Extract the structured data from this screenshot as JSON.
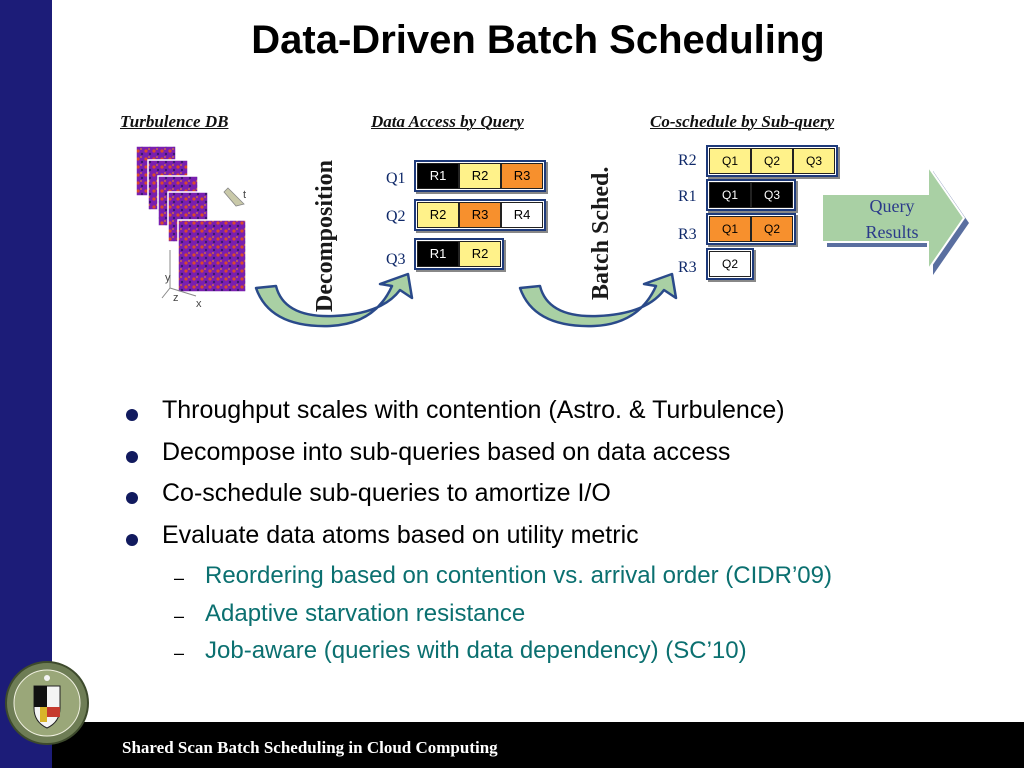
{
  "slide": {
    "title": "Data-Driven Batch Scheduling",
    "footer": "Shared Scan Batch Scheduling in Cloud Computing"
  },
  "diagram": {
    "sections": {
      "turbulence_db": "Turbulence DB",
      "data_access": "Data Access by Query",
      "co_schedule": "Co-schedule by Sub-query"
    },
    "arrows": {
      "decomposition": "Decomposition",
      "batch_sched": "Batch Sched."
    },
    "axis_labels": {
      "t": "t",
      "y": "y",
      "z": "z",
      "x": "x"
    },
    "queries": [
      {
        "label": "Q1",
        "cells": [
          "R1",
          "R2",
          "R3"
        ]
      },
      {
        "label": "Q2",
        "cells": [
          "R2",
          "R3",
          "R4"
        ]
      },
      {
        "label": "Q3",
        "cells": [
          "R1",
          "R2"
        ]
      }
    ],
    "subqueries": [
      {
        "label": "R2",
        "cells": [
          "Q1",
          "Q2",
          "Q3"
        ]
      },
      {
        "label": "R1",
        "cells": [
          "Q1",
          "Q3"
        ]
      },
      {
        "label": "R3",
        "cells": [
          "Q1",
          "Q2"
        ]
      },
      {
        "label": "R3",
        "cells": [
          "Q2"
        ]
      }
    ],
    "results": {
      "line1": "Query",
      "line2": "Results"
    },
    "colors": {
      "black_cell": "#000000",
      "yellow_cell": "#fff28a",
      "orange_cell": "#f7902d",
      "arrow_green": "#a9d0a4",
      "sidebar_navy": "#1c1c78"
    }
  },
  "bullets": [
    "Throughput scales with contention (Astro. & Turbulence)",
    "Decompose into sub-queries based on data access",
    "Co-schedule sub-queries to amortize I/O",
    "Evaluate data atoms based on utility metric"
  ],
  "sub_bullets": [
    "Reordering based on contention vs. arrival order (CIDR’09)",
    "Adaptive starvation resistance",
    "Job-aware (queries with data dependency) (SC’10)"
  ],
  "sub_bullet_marker": "–",
  "seal_icon": "university-seal-icon"
}
